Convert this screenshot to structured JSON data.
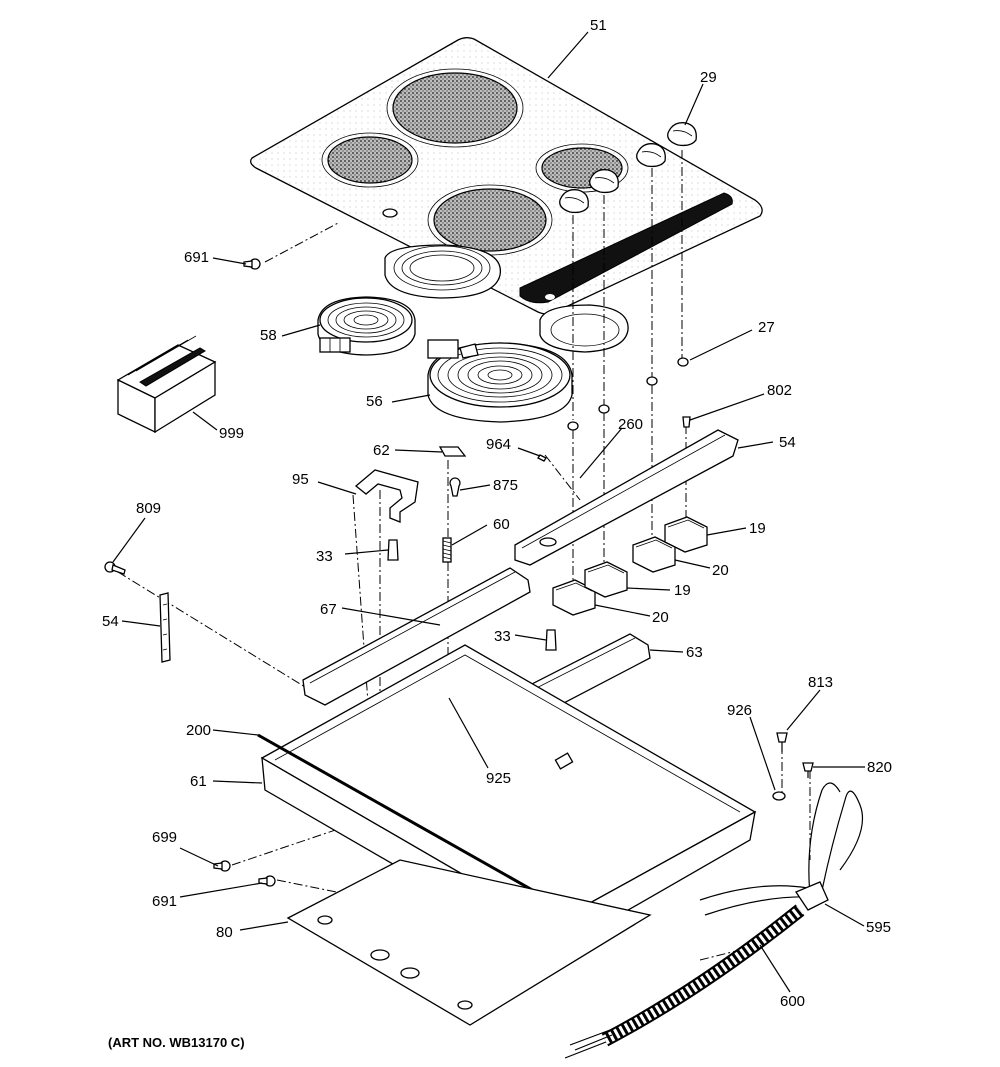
{
  "diagram": {
    "caption": "(ART NO. WB13170 C)",
    "callouts": {
      "c51": "51",
      "c29": "29",
      "c691a": "691",
      "c58": "58",
      "c27": "27",
      "c999": "999",
      "c56": "56",
      "c802": "802",
      "c54a": "54",
      "c62": "62",
      "c964": "964",
      "c260": "260",
      "c95": "95",
      "c875": "875",
      "c60": "60",
      "c19a": "19",
      "c809": "809",
      "c33a": "33",
      "c20a": "20",
      "c19b": "19",
      "c54b": "54",
      "c67": "67",
      "c20b": "20",
      "c33b": "33",
      "c63": "63",
      "c813": "813",
      "c926": "926",
      "c200": "200",
      "c820": "820",
      "c925": "925",
      "c61": "61",
      "c699": "699",
      "c691b": "691",
      "c595": "595",
      "c80": "80",
      "c600": "600"
    }
  }
}
